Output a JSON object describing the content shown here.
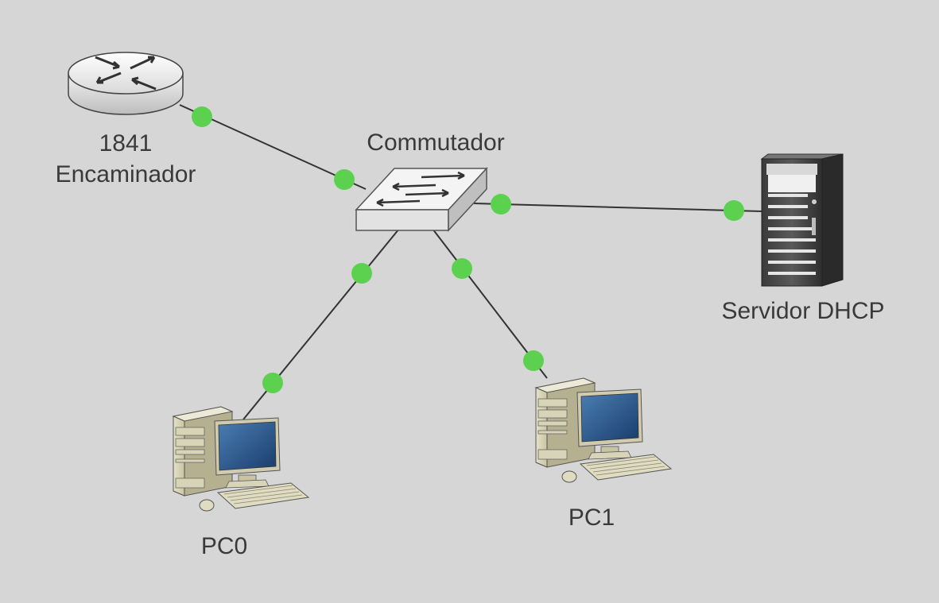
{
  "colors": {
    "background": "#d6d6d6",
    "link_line": "#333333",
    "link_status_up": "#5cd14f",
    "label_text": "#3a3a3a"
  },
  "devices": {
    "router": {
      "icon": "router-icon",
      "label_line1": "1841",
      "label_line2": "Encaminador"
    },
    "switch": {
      "icon": "switch-icon",
      "label": "Commutador"
    },
    "server": {
      "icon": "server-icon",
      "label": "Servidor DHCP"
    },
    "pc0": {
      "icon": "pc-icon",
      "label": "PC0"
    },
    "pc1": {
      "icon": "pc-icon",
      "label": "PC1"
    }
  },
  "links": [
    {
      "from": "router",
      "to": "switch",
      "status": "up"
    },
    {
      "from": "switch",
      "to": "server",
      "status": "up"
    },
    {
      "from": "switch",
      "to": "pc0",
      "status": "up"
    },
    {
      "from": "switch",
      "to": "pc1",
      "status": "up"
    }
  ]
}
